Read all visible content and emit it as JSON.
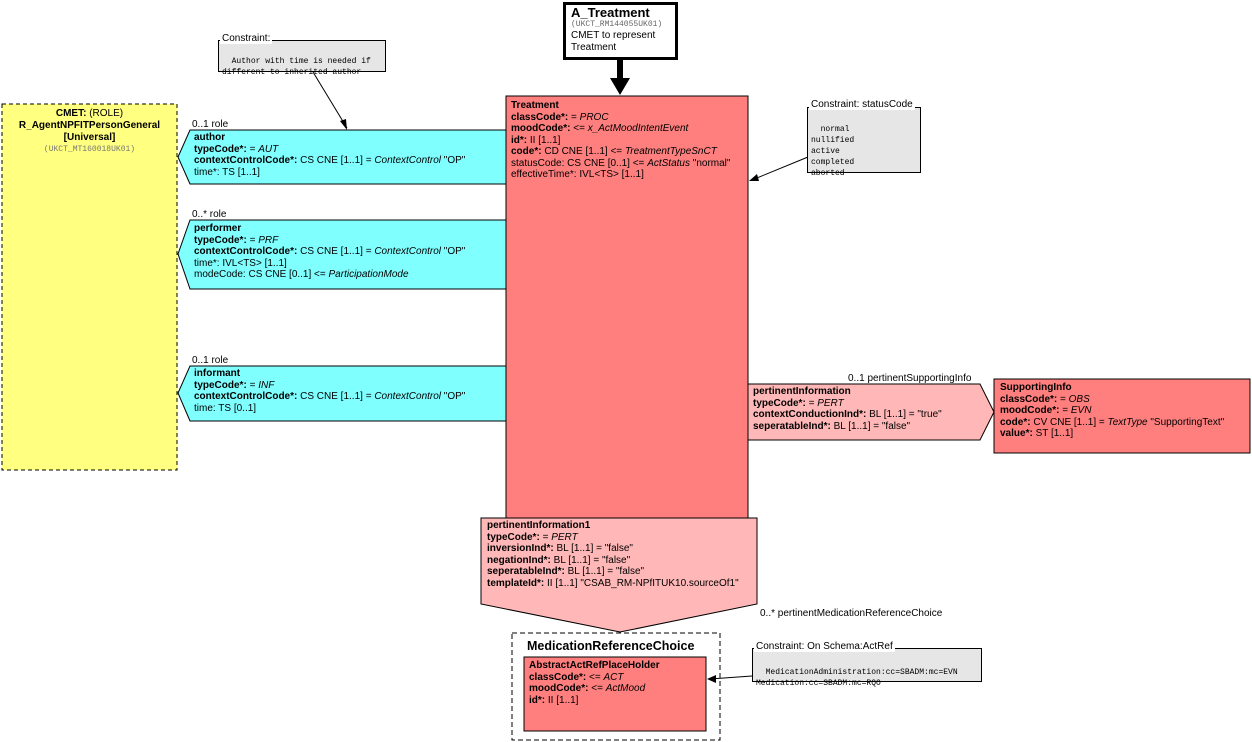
{
  "entry": {
    "name": "A_Treatment",
    "id": "(UKCT_RM144055UK01)",
    "desc_line1": "CMET to represent",
    "desc_line2": "Treatment"
  },
  "cmet": {
    "prefix": "CMET:",
    "kind": "(ROLE)",
    "name": "R_AgentNPFITPersonGeneral",
    "variant": "[Universal]",
    "id": "(UKCT_MT160018UK01)"
  },
  "notes": {
    "author_constraint": {
      "header": "Constraint:",
      "text": "Author with time is needed if\ndifferent to inherited author"
    },
    "status_constraint": {
      "header": "Constraint: statusCode",
      "text": "normal\nnullified\nactive\ncompleted\naborted"
    },
    "actref_constraint": {
      "header": "Constraint: On Schema:ActRef",
      "text": "MedicationAdministration:cc=SBADM:mc=EVN\nMedication:cc=SBADM:mc=RQO"
    }
  },
  "treatment": {
    "title": "Treatment",
    "a1_name": "classCode*:",
    "a1_rest": " = ",
    "a1_val": "PROC",
    "a2_name": "moodCode*:",
    "a2_rest": " <= ",
    "a2_val": "x_ActMoodIntentEvent",
    "a3_name": "id*:",
    "a3_rest": " II [1..1]",
    "a4_name": "code*:",
    "a4_rest": " CD CNE [1..1] <= ",
    "a4_val": "TreatmentTypeSnCT",
    "a5_text": "statusCode: CS CNE [0..1] <= ",
    "a5_val": "ActStatus",
    "a5_tail": " \"normal\"",
    "a6_text": "effectiveTime*: IVL<TS> [1..1]"
  },
  "author": {
    "role_label": "0..1 role",
    "title": "author",
    "a1_name": "typeCode*:",
    "a1_rest": " = ",
    "a1_val": "AUT",
    "a2_name": "contextControlCode*:",
    "a2_rest": " CS CNE [1..1] = ",
    "a2_val": "ContextControl",
    "a2_tail": " \"OP\"",
    "a3_text": "time*: TS [1..1]"
  },
  "performer": {
    "role_label": "0..* role",
    "title": "performer",
    "a1_name": "typeCode*:",
    "a1_rest": " = ",
    "a1_val": "PRF",
    "a2_name": "contextControlCode*:",
    "a2_rest": " CS CNE [1..1] = ",
    "a2_val": "ContextControl",
    "a2_tail": " \"OP\"",
    "a3_text": "time*: IVL<TS> [1..1]",
    "a4_text": "modeCode: CS CNE [0..1] <= ",
    "a4_val": "ParticipationMode"
  },
  "informant": {
    "role_label": "0..1 role",
    "title": "informant",
    "a1_name": "typeCode*:",
    "a1_rest": " = ",
    "a1_val": "INF",
    "a2_name": "contextControlCode*:",
    "a2_rest": " CS CNE [1..1] = ",
    "a2_val": "ContextControl",
    "a2_tail": " \"OP\"",
    "a3_text": "time: TS [0..1]"
  },
  "pertinentInformation": {
    "rel_label": "0..1 pertinentSupportingInfo",
    "title": "pertinentInformation",
    "a1_name": "typeCode*:",
    "a1_rest": " = ",
    "a1_val": "PERT",
    "a2_name": "contextConductionInd*:",
    "a2_rest": " BL [1..1] = \"true\"",
    "a3_name": "seperatableInd*:",
    "a3_rest": " BL [1..1] = \"false\""
  },
  "supportingInfo": {
    "title": "SupportingInfo",
    "a1_name": "classCode*:",
    "a1_rest": " = ",
    "a1_val": "OBS",
    "a2_name": "moodCode*:",
    "a2_rest": " = ",
    "a2_val": "EVN",
    "a3_name": "code*:",
    "a3_rest": " CV CNE [1..1] = ",
    "a3_val": "TextType",
    "a3_tail": " \"SupportingText\"",
    "a4_name": "value*:",
    "a4_rest": " ST [1..1]"
  },
  "pertinentInformation1": {
    "title": "pertinentInformation1",
    "rel_label": "0..* pertinentMedicationReferenceChoice",
    "a1_name": "typeCode*:",
    "a1_rest": " = ",
    "a1_val": "PERT",
    "a2_name": "inversionInd*:",
    "a2_rest": " BL [1..1] = \"false\"",
    "a3_name": "negationInd*:",
    "a3_rest": " BL [1..1] = \"false\"",
    "a4_name": "seperatableInd*:",
    "a4_rest": " BL [1..1] = \"false\"",
    "a5_name": "templateId*:",
    "a5_rest": " II [1..1] \"CSAB_RM-NPfITUK10.sourceOf1\""
  },
  "choice": {
    "title": "MedicationReferenceChoice"
  },
  "placeholder": {
    "title": "AbstractActRefPlaceHolder",
    "a1_name": "classCode*:",
    "a1_rest": " <= ",
    "a1_val": "ACT",
    "a2_name": "moodCode*:",
    "a2_rest": " <= ",
    "a2_val": "ActMood",
    "a3_name": "id*:",
    "a3_rest": " II [1..1]"
  },
  "colors": {
    "act": "#ff7f7f",
    "participation": "#80ffff",
    "actrel": "#ffb7b7",
    "cmet": "#ffff80",
    "note": "#e6e6e6"
  }
}
